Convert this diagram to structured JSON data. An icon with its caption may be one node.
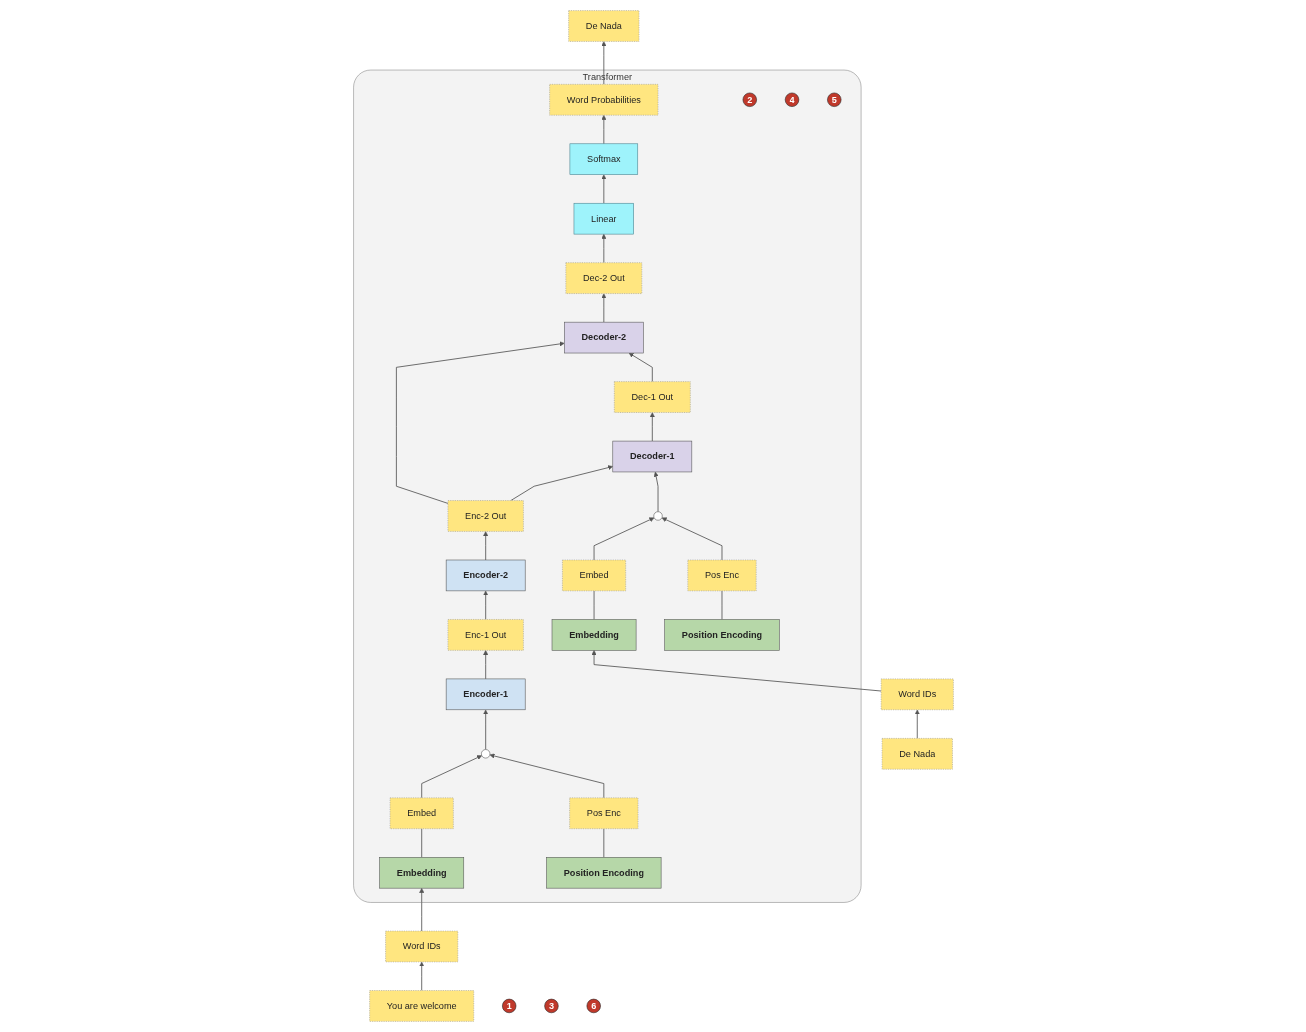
{
  "diagram": {
    "nodes": [
      {
        "text": [
          "Transformer"
        ]
      },
      {
        "text": [
          "De Nada"
        ]
      },
      {
        "text": [
          "Word Probabilities"
        ],
        "in": 0
      },
      {
        "text": [
          "Softmax"
        ],
        "in": 0
      },
      {
        "text": [
          "Linear"
        ],
        "in": 0
      },
      {
        "text": [
          "Dec-2 Out"
        ],
        "in": 0
      },
      {
        "text": [
          "Encoder-2"
        ],
        "in": 0
      },
      {
        "text": [
          "Enc-2 Out"
        ],
        "in": 0
      },
      {
        "text": [
          "Decoder-2"
        ],
        "in": 0
      },
      {
        "text": [
          "Enc-1 Out"
        ],
        "in": 0
      },
      {
        "text": [
          "Dec-1 Out"
        ],
        "in": 0
      },
      {
        "text": [
          "Encoder-1"
        ],
        "in": 0
      },
      {
        "text": [
          "Decoder-1"
        ],
        "in": 0
      },
      {
        "text": [],
        "shape": "circle",
        "in": 0
      },
      {
        "text": [],
        "shape": "circle",
        "in": 0
      },
      {
        "text": [
          "Embed"
        ],
        "in": 0
      },
      {
        "text": [
          "Pos Enc"
        ],
        "in": 0
      },
      {
        "text": [
          "Embed"
        ],
        "in": 0
      },
      {
        "text": [
          "Pos Enc"
        ],
        "in": 0
      },
      {
        "text": [
          "Embedding"
        ],
        "in": 0
      },
      {
        "text": [
          "Position Encoding"
        ],
        "in": 0
      },
      {
        "text": [
          "Embedding"
        ],
        "in": 0
      },
      {
        "text": [
          "Position Encoding"
        ],
        "in": 0
      },
      {
        "text": [
          "Word IDs"
        ]
      },
      {
        "text": [
          "Word IDs"
        ]
      },
      {
        "text": [
          "You are welcome"
        ]
      },
      {
        "text": [
          "De Nada"
        ]
      },
      {
        "text": [
          "1"
        ]
      },
      {
        "text": [
          "2"
        ],
        "in": 0
      },
      {
        "text": [
          "3"
        ]
      },
      {
        "text": [
          "4"
        ],
        "in": 0
      },
      {
        "text": [
          "5"
        ],
        "in": 0
      },
      {
        "text": [
          "6"
        ]
      }
    ],
    "edges": [
      {
        "from": 2,
        "to": 1,
        "arrow": "to"
      },
      {
        "from": 3,
        "to": 2,
        "arrow": "to"
      },
      {
        "from": 4,
        "to": 3,
        "arrow": "to"
      },
      {
        "from": 5,
        "to": 4,
        "arrow": "to"
      },
      {
        "from": 8,
        "to": 5,
        "arrow": "to"
      },
      {
        "from": 6,
        "to": 7,
        "arrow": "to"
      },
      {
        "from": 7,
        "to": 8,
        "arrow": "to"
      },
      {
        "from": 7,
        "to": 12,
        "arrow": "to"
      },
      {
        "from": 9,
        "to": 6,
        "arrow": "to"
      },
      {
        "from": 11,
        "to": 9,
        "arrow": "to"
      },
      {
        "from": 10,
        "to": 8,
        "arrow": "to"
      },
      {
        "from": 12,
        "to": 10,
        "arrow": "to"
      },
      {
        "from": 13,
        "to": 11,
        "arrow": "to"
      },
      {
        "from": 14,
        "to": 12,
        "arrow": "to"
      },
      {
        "from": 19,
        "to": 15,
        "arrow": "none"
      },
      {
        "from": 15,
        "to": 13,
        "arrow": "to"
      },
      {
        "from": 20,
        "to": 16,
        "arrow": "none"
      },
      {
        "from": 16,
        "to": 13,
        "arrow": "to"
      },
      {
        "from": 21,
        "to": 17,
        "arrow": "none"
      },
      {
        "from": 17,
        "to": 14,
        "arrow": "to"
      },
      {
        "from": 22,
        "to": 18,
        "arrow": "none"
      },
      {
        "from": 18,
        "to": 14,
        "arrow": "to"
      },
      {
        "from": 23,
        "to": 19,
        "arrow": "to"
      },
      {
        "from": 25,
        "to": 23,
        "arrow": "to"
      },
      {
        "from": 24,
        "to": 21,
        "arrow": "to"
      },
      {
        "from": 26,
        "to": 24,
        "arrow": "to"
      }
    ]
  }
}
